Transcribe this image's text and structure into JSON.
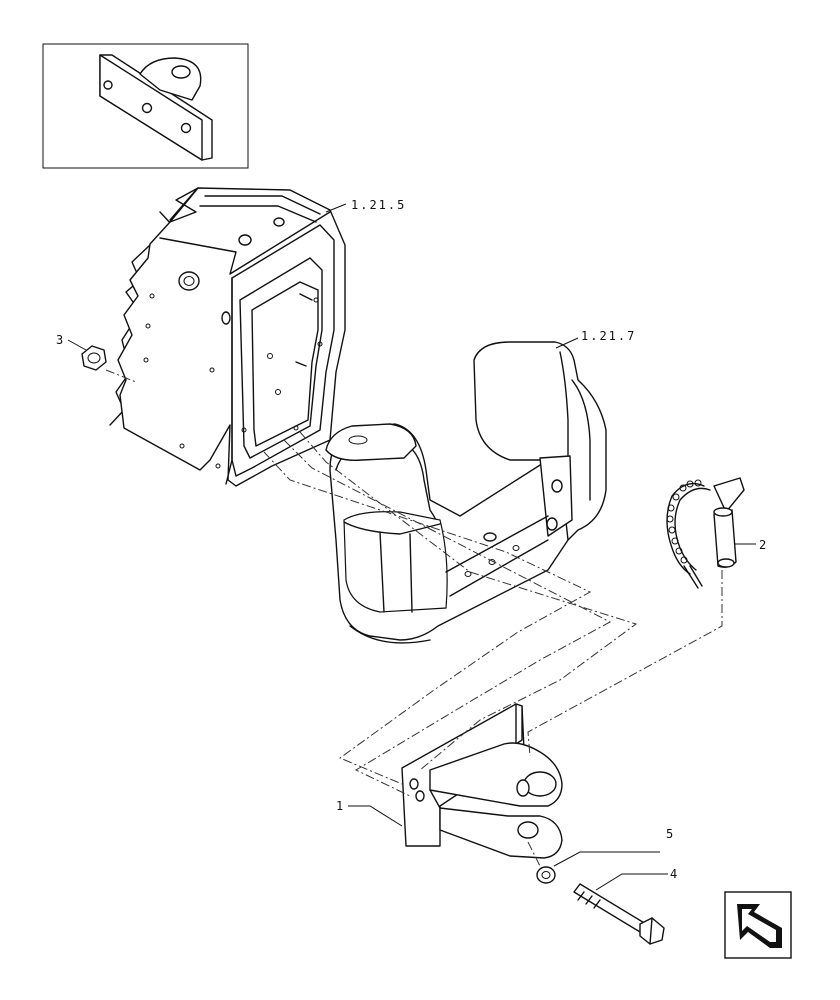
{
  "diagram": {
    "callouts": {
      "item_1": "1",
      "item_2": "2",
      "item_3": "3",
      "item_4": "4",
      "item_5": "5",
      "ref_1_21_5": "1.21.5",
      "ref_1_21_7": "1.21.7"
    },
    "icons": {
      "inset": "bracket-detail-icon",
      "nav": "navigation-arrow-icon"
    }
  }
}
